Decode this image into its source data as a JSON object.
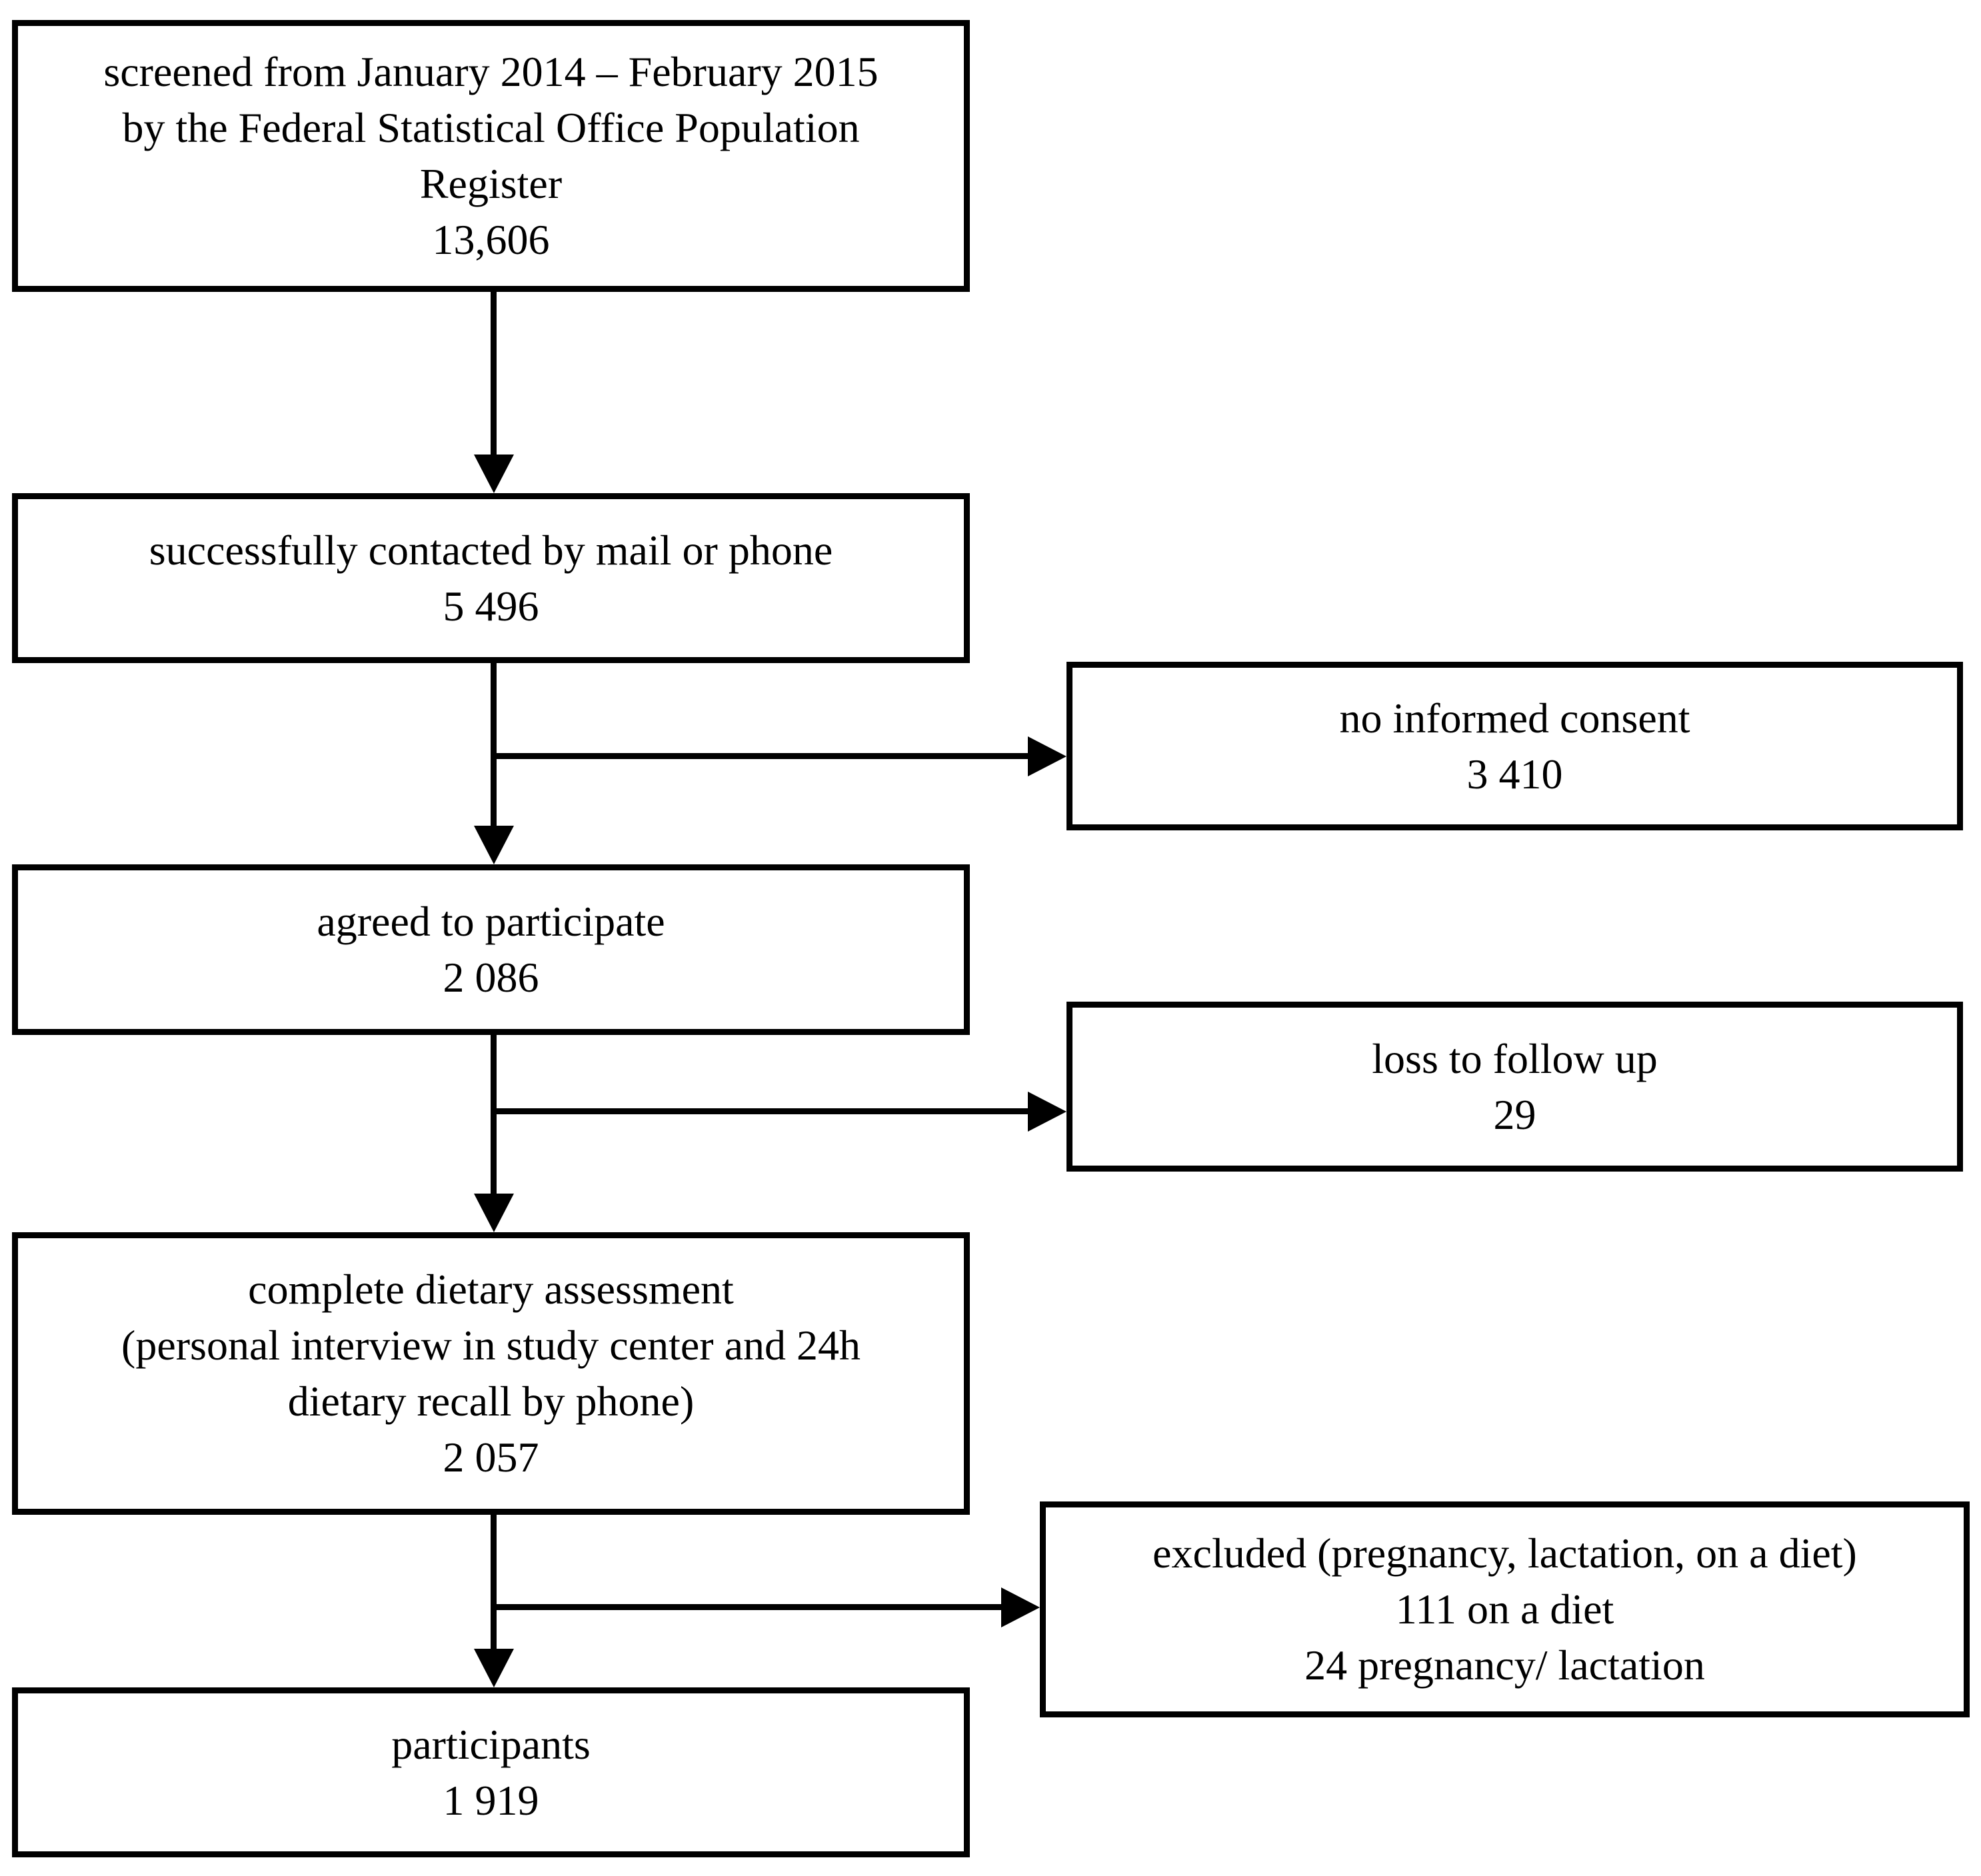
{
  "diagram": {
    "title": "participant recruitment flowchart",
    "colors": {
      "line": "#000000",
      "background": "#ffffff",
      "text": "#000000"
    },
    "boxes": {
      "screened": {
        "lines": [
          "screened from January 2014 – February 2015",
          "by the Federal Statistical Office Population",
          "Register",
          "13,606"
        ]
      },
      "contacted": {
        "lines": [
          "successfully contacted by mail or phone",
          "5 496"
        ]
      },
      "no_informed_consent": {
        "lines": [
          "no informed consent",
          "3 410"
        ]
      },
      "agreed": {
        "lines": [
          "agreed to participate",
          "2 086"
        ]
      },
      "loss_to_follow_up": {
        "lines": [
          "loss to follow up",
          "29"
        ]
      },
      "dietary_assessment": {
        "lines": [
          "complete dietary assessment",
          "(personal interview in study center and 24h",
          "dietary recall by phone)",
          "2 057"
        ]
      },
      "excluded": {
        "lines": [
          "excluded (pregnancy, lactation, on a diet)",
          "111 on a diet",
          "24 pregnancy/ lactation"
        ]
      },
      "participants": {
        "lines": [
          "participants",
          "1 919"
        ]
      }
    }
  }
}
